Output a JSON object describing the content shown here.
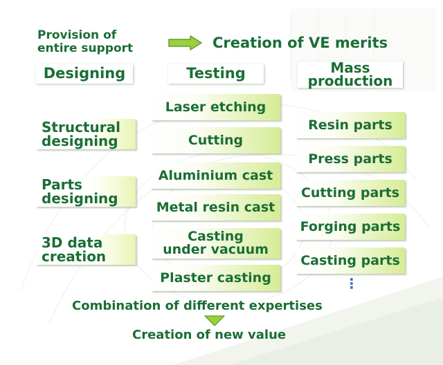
{
  "top": {
    "left_title": "Provision of\nentire support",
    "right_title": "Creation of VE merits"
  },
  "headers": {
    "designing": "Designing",
    "testing": "Testing",
    "mass_production": "Mass\nproduction"
  },
  "designing_items": [
    "Structural\ndesigning",
    "Parts\ndesigning",
    "3D data\ncreation"
  ],
  "testing_items": [
    "Laser etching",
    "Cutting",
    "Aluminium cast",
    "Metal resin cast",
    "Casting\nunder vacuum",
    "Plaster casting"
  ],
  "production_items": [
    "Resin parts",
    "Press parts",
    "Cutting parts",
    "Forging parts",
    "Casting parts"
  ],
  "production_more": "⋮",
  "bottom": {
    "combination": "Combination of different expertises",
    "result": "Creation of new value"
  },
  "colors": {
    "text_green": "#1a6e35",
    "arrow_green": "#9bcf3c",
    "arrow_outline": "#5c9f2a",
    "box_gradient_end": "#d6ec96",
    "ellipsis_blue": "#3a6fb8"
  }
}
